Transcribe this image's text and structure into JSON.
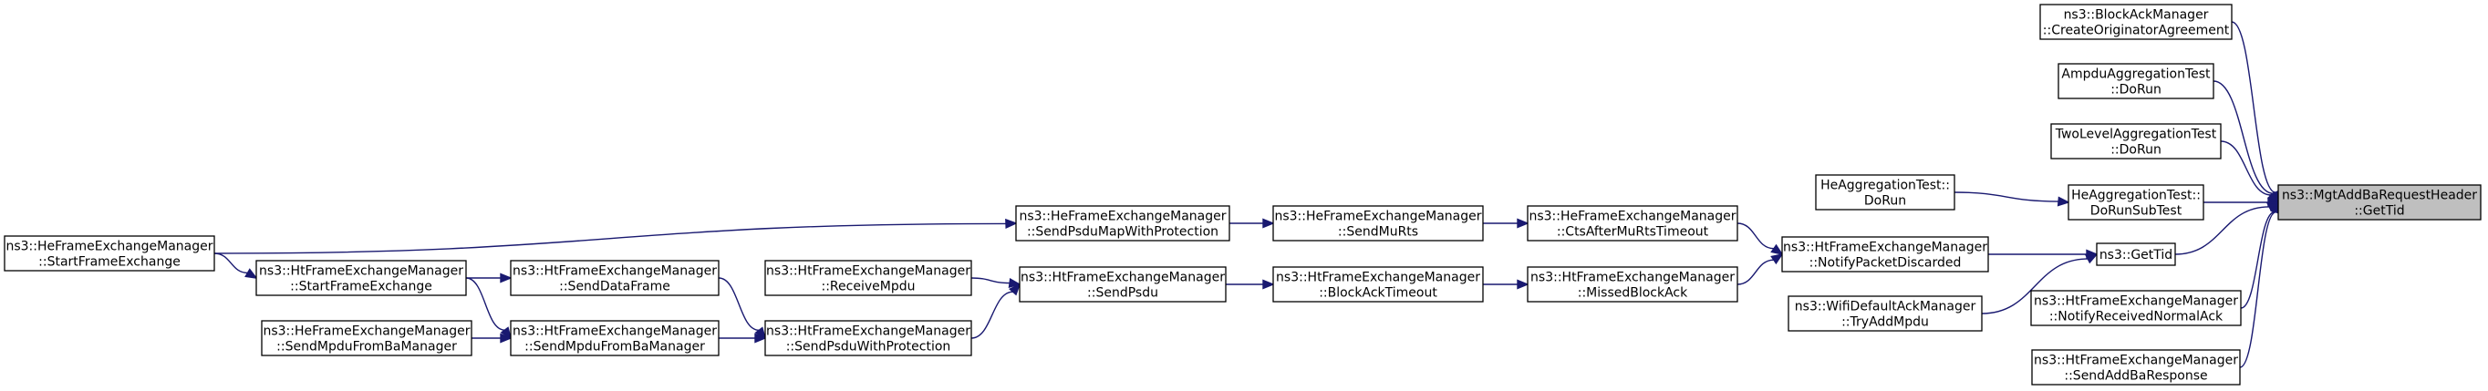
{
  "graph": {
    "nodes": [
      {
        "id": "mgt_get_tid",
        "lines": [
          "ns3::MgtAddBaRequestHeader",
          "::GetTid"
        ],
        "root": true
      },
      {
        "id": "create_orig",
        "lines": [
          "ns3::BlockAckManager",
          "::CreateOriginatorAgreement"
        ]
      },
      {
        "id": "ampdu_run",
        "lines": [
          "AmpduAggregationTest",
          "::DoRun"
        ]
      },
      {
        "id": "twolevel_run",
        "lines": [
          "TwoLevelAggregationTest",
          "::DoRun"
        ]
      },
      {
        "id": "he_subtest",
        "lines": [
          "HeAggregationTest::",
          "DoRunSubTest"
        ]
      },
      {
        "id": "get_tid",
        "lines": [
          "ns3::GetTid"
        ]
      },
      {
        "id": "notify_recv_ack",
        "lines": [
          "ns3::HtFrameExchangeManager",
          "::NotifyReceivedNormalAck"
        ]
      },
      {
        "id": "send_addba_resp",
        "lines": [
          "ns3::HtFrameExchangeManager",
          "::SendAddBaResponse"
        ]
      },
      {
        "id": "he_dorun",
        "lines": [
          "HeAggregationTest::",
          "DoRun"
        ]
      },
      {
        "id": "notify_pkt_disc",
        "lines": [
          "ns3::HtFrameExchangeManager",
          "::NotifyPacketDiscarded"
        ]
      },
      {
        "id": "wifi_try_add",
        "lines": [
          "ns3::WifiDefaultAckManager",
          "::TryAddMpdu"
        ]
      },
      {
        "id": "cts_timeout",
        "lines": [
          "ns3::HeFrameExchangeManager",
          "::CtsAfterMuRtsTimeout"
        ]
      },
      {
        "id": "missed_ba",
        "lines": [
          "ns3::HtFrameExchangeManager",
          "::MissedBlockAck"
        ]
      },
      {
        "id": "send_murts",
        "lines": [
          "ns3::HeFrameExchangeManager",
          "::SendMuRts"
        ]
      },
      {
        "id": "ba_timeout",
        "lines": [
          "ns3::HtFrameExchangeManager",
          "::BlockAckTimeout"
        ]
      },
      {
        "id": "send_psdu_map",
        "lines": [
          "ns3::HeFrameExchangeManager",
          "::SendPsduMapWithProtection"
        ]
      },
      {
        "id": "send_psdu",
        "lines": [
          "ns3::HtFrameExchangeManager",
          "::SendPsdu"
        ]
      },
      {
        "id": "send_psdu_prot",
        "lines": [
          "ns3::HtFrameExchangeManager",
          "::SendPsduWithProtection"
        ]
      },
      {
        "id": "receive_mpdu",
        "lines": [
          "ns3::HtFrameExchangeManager",
          "::ReceiveMpdu"
        ]
      },
      {
        "id": "send_data_frame",
        "lines": [
          "ns3::HtFrameExchangeManager",
          "::SendDataFrame"
        ]
      },
      {
        "id": "ht_send_mpdu_ba",
        "lines": [
          "ns3::HtFrameExchangeManager",
          "::SendMpduFromBaManager"
        ]
      },
      {
        "id": "ht_start_fe",
        "lines": [
          "ns3::HtFrameExchangeManager",
          "::StartFrameExchange"
        ]
      },
      {
        "id": "he_send_mpdu_ba",
        "lines": [
          "ns3::HeFrameExchangeManager",
          "::SendMpduFromBaManager"
        ]
      },
      {
        "id": "he_start_fe",
        "lines": [
          "ns3::HeFrameExchangeManager",
          "::StartFrameExchange"
        ]
      }
    ],
    "edges": [
      {
        "from": "create_orig",
        "to": "mgt_get_tid"
      },
      {
        "from": "ampdu_run",
        "to": "mgt_get_tid"
      },
      {
        "from": "twolevel_run",
        "to": "mgt_get_tid"
      },
      {
        "from": "he_subtest",
        "to": "mgt_get_tid"
      },
      {
        "from": "get_tid",
        "to": "mgt_get_tid"
      },
      {
        "from": "notify_recv_ack",
        "to": "mgt_get_tid"
      },
      {
        "from": "send_addba_resp",
        "to": "mgt_get_tid"
      },
      {
        "from": "he_dorun",
        "to": "he_subtest"
      },
      {
        "from": "notify_pkt_disc",
        "to": "get_tid"
      },
      {
        "from": "wifi_try_add",
        "to": "get_tid"
      },
      {
        "from": "cts_timeout",
        "to": "notify_pkt_disc"
      },
      {
        "from": "missed_ba",
        "to": "notify_pkt_disc"
      },
      {
        "from": "send_murts",
        "to": "cts_timeout"
      },
      {
        "from": "ba_timeout",
        "to": "missed_ba"
      },
      {
        "from": "send_psdu_map",
        "to": "send_murts"
      },
      {
        "from": "send_psdu",
        "to": "ba_timeout"
      },
      {
        "from": "he_start_fe",
        "to": "send_psdu_map"
      },
      {
        "from": "send_psdu_prot",
        "to": "send_psdu"
      },
      {
        "from": "receive_mpdu",
        "to": "send_psdu"
      },
      {
        "from": "send_data_frame",
        "to": "send_psdu_prot"
      },
      {
        "from": "ht_send_mpdu_ba",
        "to": "send_psdu_prot"
      },
      {
        "from": "ht_start_fe",
        "to": "send_data_frame"
      },
      {
        "from": "ht_start_fe",
        "to": "ht_send_mpdu_ba"
      },
      {
        "from": "he_send_mpdu_ba",
        "to": "ht_send_mpdu_ba"
      },
      {
        "from": "he_start_fe",
        "to": "ht_start_fe"
      }
    ]
  }
}
